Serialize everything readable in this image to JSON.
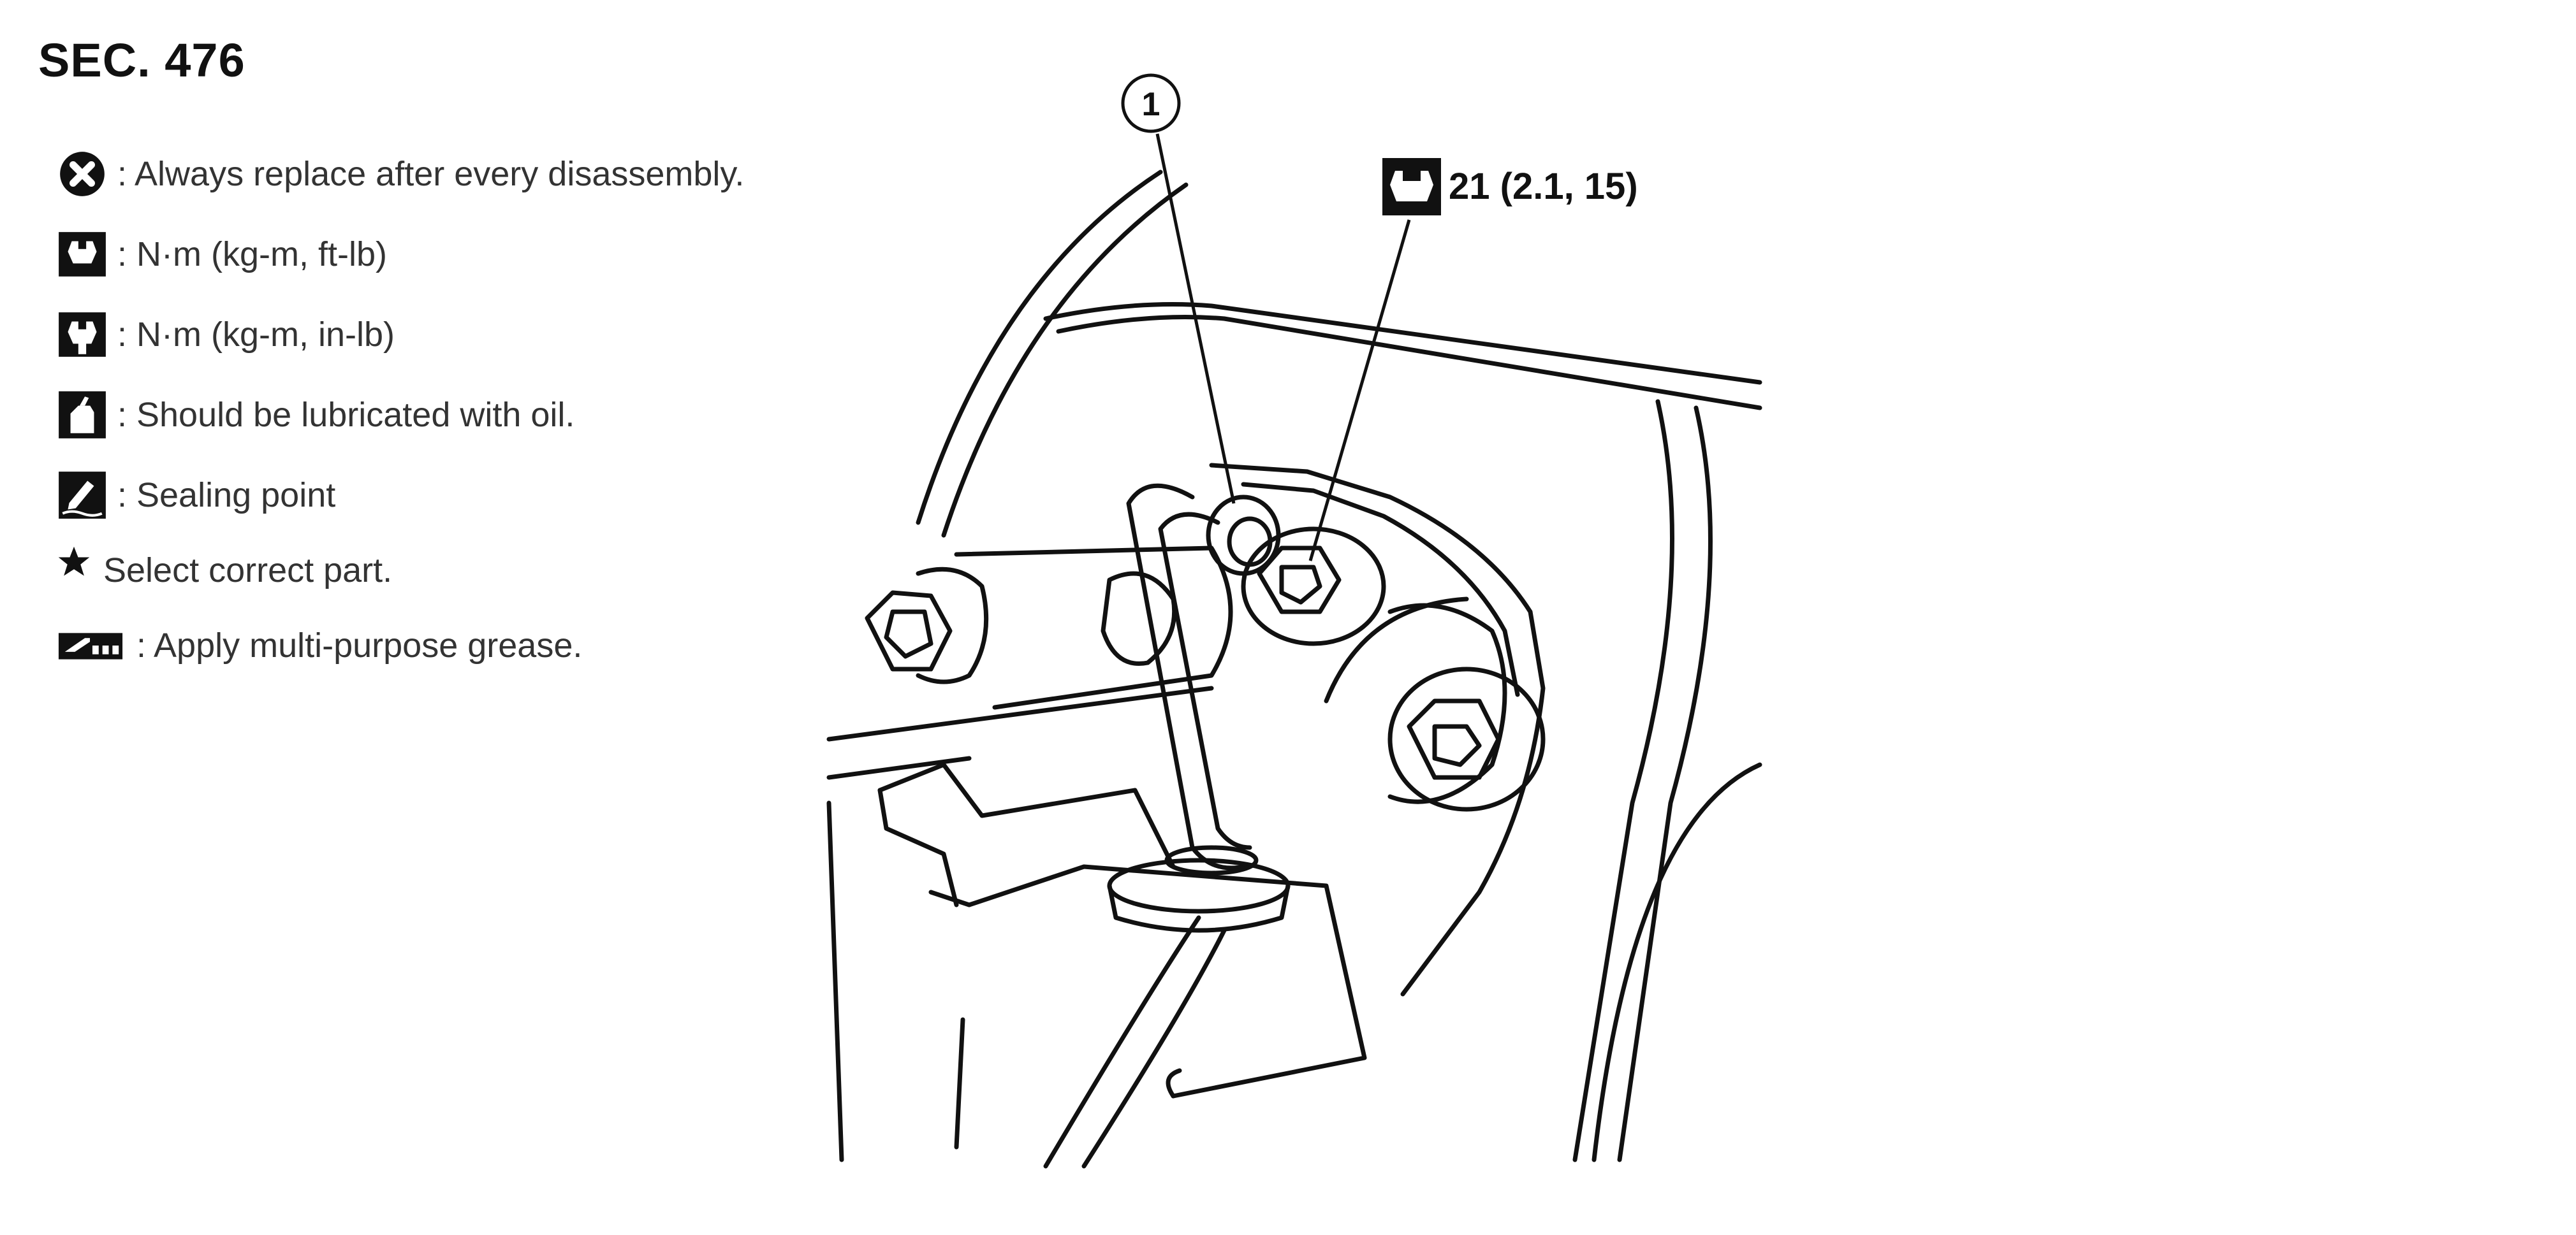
{
  "section": {
    "title": "SEC. 476"
  },
  "legend": {
    "items": [
      {
        "icon": "always-replace-icon",
        "text": ": Always replace after every disassembly."
      },
      {
        "icon": "torque-ft-lb-icon",
        "text": ": N·m (kg-m, ft-lb)"
      },
      {
        "icon": "torque-in-lb-icon",
        "text": ": N·m (kg-m, in-lb)"
      },
      {
        "icon": "oil-can-icon",
        "text": ": Should be lubricated with oil."
      },
      {
        "icon": "sealing-point-icon",
        "text": ": Sealing point"
      },
      {
        "icon": "star-icon",
        "text": "Select correct part."
      },
      {
        "icon": "grease-icon",
        "text": ": Apply multi-purpose grease."
      }
    ]
  },
  "diagram": {
    "callout": {
      "number": "1"
    },
    "torque": {
      "icon": "torque-wrench-icon",
      "value": "21 (2.1, 15)"
    }
  }
}
